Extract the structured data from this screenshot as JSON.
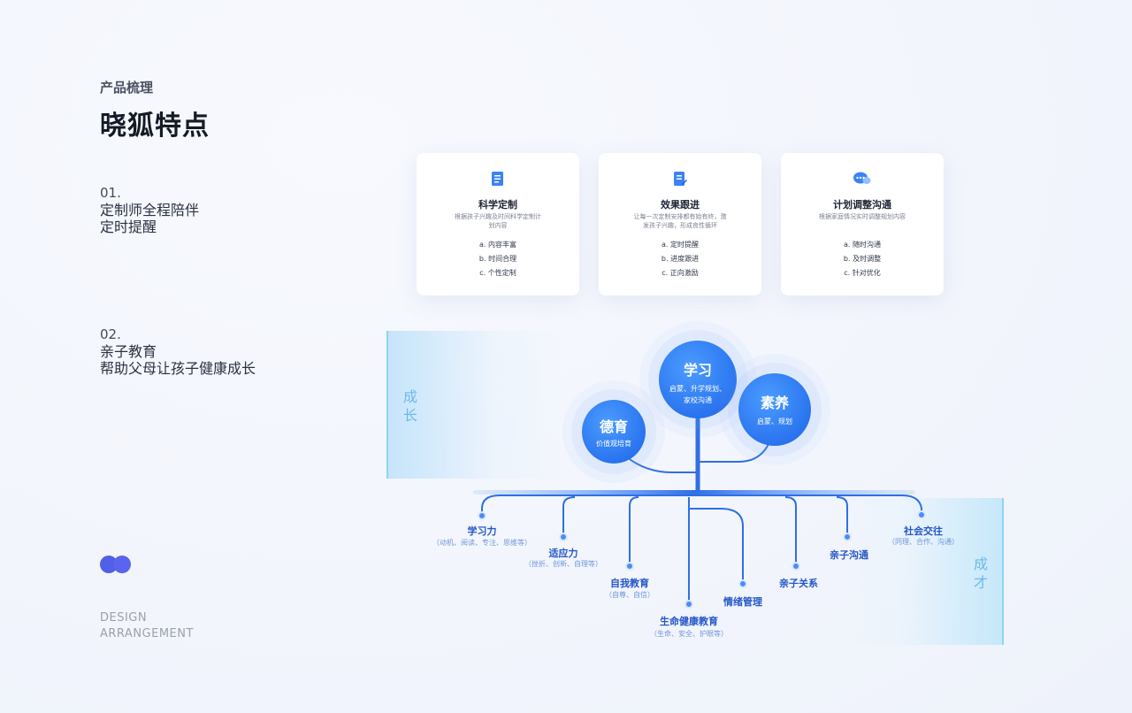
{
  "header": {
    "eyebrow": "产品梳理",
    "title": "晓狐特点"
  },
  "sections": [
    {
      "num": "01.",
      "line1": "定制师全程陪伴",
      "line2": "定时提醒"
    },
    {
      "num": "02.",
      "line1": "亲子教育",
      "line2": "帮助父母让孩子健康成长"
    }
  ],
  "footer": {
    "design1": "DESIGN",
    "design2": "ARRANGEMENT"
  },
  "cards": [
    {
      "icon": "document-list-icon",
      "title": "科学定制",
      "desc": "根据孩子兴趣及时间科学定制计划内容",
      "items": [
        "a. 内容丰富",
        "b. 时间合理",
        "c. 个性定制"
      ]
    },
    {
      "icon": "edit-note-icon",
      "title": "效果跟进",
      "desc": "让每一次定制安排都有始有终，激发孩子兴趣，形成良性循环",
      "items": [
        "a. 定时提醒",
        "b. 进度跟进",
        "c. 正向激励"
      ]
    },
    {
      "icon": "chat-bubble-icon",
      "title": "计划调整沟通",
      "desc": "根据家庭情况实时调整规划内容",
      "items": [
        "a. 随时沟通",
        "b. 及时调整",
        "c. 针对优化"
      ]
    }
  ],
  "diagram": {
    "band_left": "成长",
    "band_right": "成才",
    "circles": [
      {
        "title": "学习",
        "sub1": "启蒙、升学规划、",
        "sub2": "家校沟通"
      },
      {
        "title": "德育",
        "sub1": "价值观培育",
        "sub2": ""
      },
      {
        "title": "素养",
        "sub1": "启蒙、规划",
        "sub2": ""
      }
    ],
    "nodes": [
      {
        "title": "学习力",
        "sub": "（动机、阅读、专注、思维等）"
      },
      {
        "title": "适应力",
        "sub": "（挫折、创新、自理等）"
      },
      {
        "title": "自我教育",
        "sub": "（自尊、自信）"
      },
      {
        "title": "生命健康教育",
        "sub": "（生命、安全、护眼等）"
      },
      {
        "title": "情绪管理",
        "sub": ""
      },
      {
        "title": "亲子关系",
        "sub": ""
      },
      {
        "title": "亲子沟通",
        "sub": ""
      },
      {
        "title": "社会交往",
        "sub": "（同理、合作、沟通）"
      }
    ],
    "colors": {
      "primary": "#2a74ef",
      "line": "#2e6fe6",
      "accent": "#8fd3f3"
    }
  }
}
